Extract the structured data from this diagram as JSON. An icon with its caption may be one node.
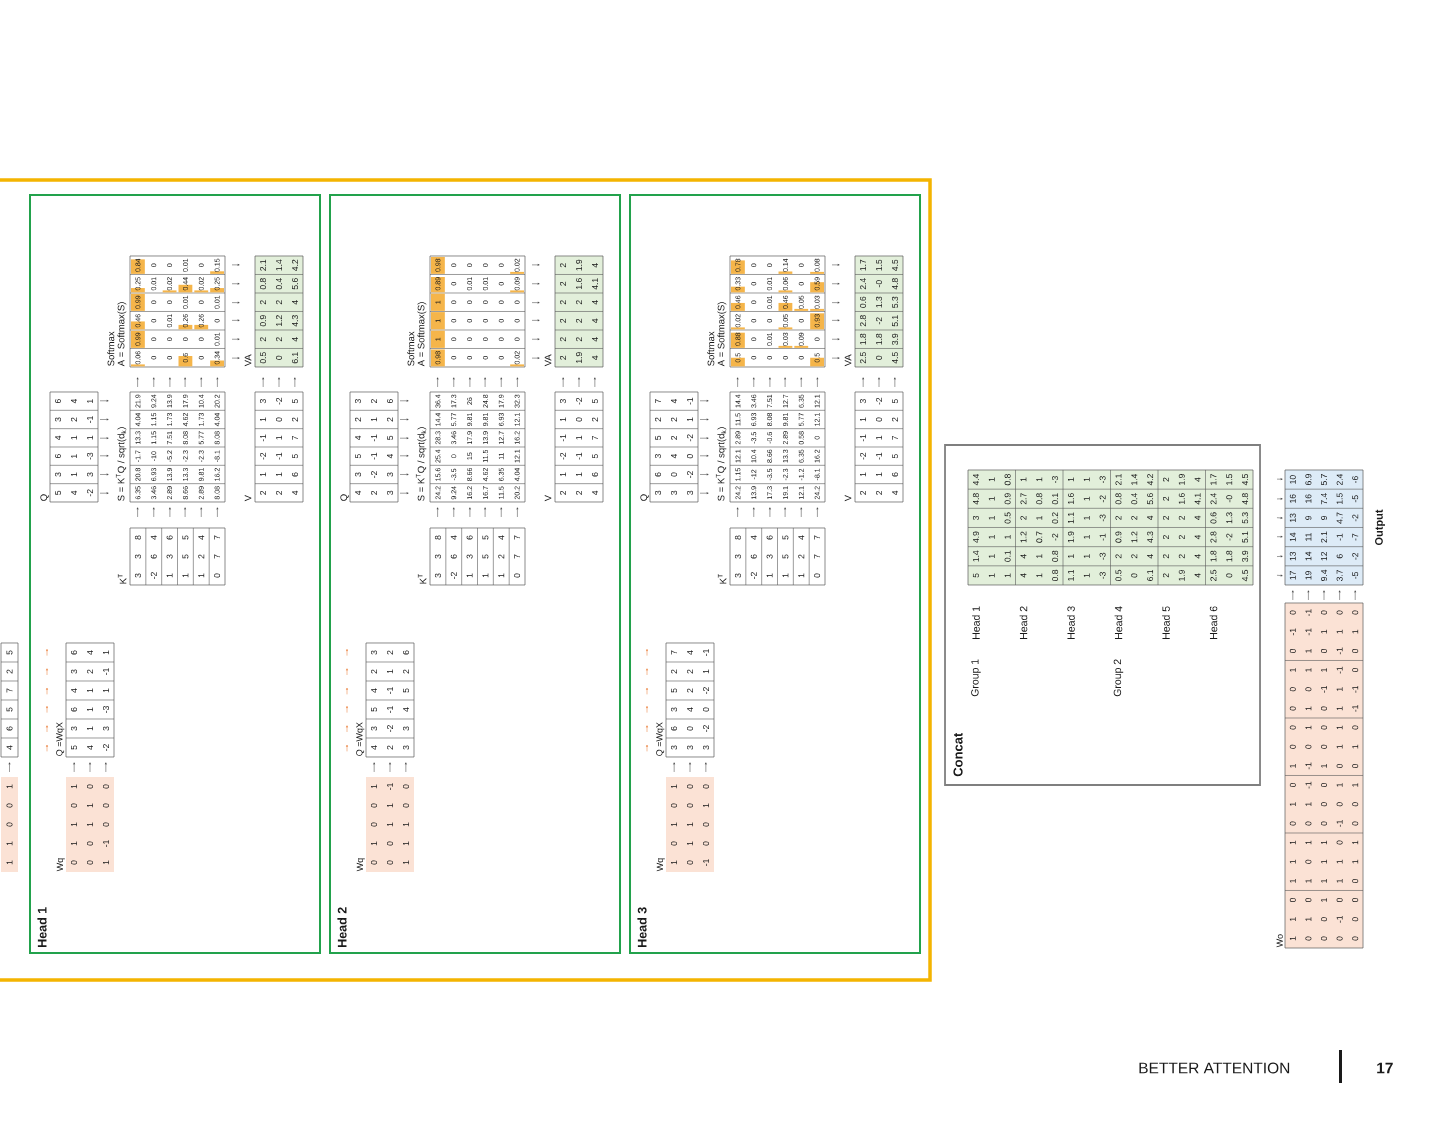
{
  "diagram": {
    "nodes": [
      {
        "text": [],
        "shape": "box"
      },
      {
        "text": [
          "1",
          "1",
          "0",
          "0",
          "1"
        ],
        "in": 0
      },
      {
        "text": [
          "4",
          "6",
          "5",
          "7",
          "2",
          "5"
        ],
        "in": 0
      },
      {
        "text": [
          "Head 1"
        ],
        "in": 0
      },
      {
        "text": [
          "Wq",
          "0",
          "1",
          "1",
          "0",
          "1",
          "0",
          "0",
          "1",
          "1",
          "0",
          "1",
          "-1",
          "0",
          "0",
          "0"
        ],
        "in": 3
      },
      {
        "text": [
          "Q =WqX",
          "5",
          "3",
          "6",
          "4",
          "3",
          "6",
          "4",
          "1",
          "1",
          "1",
          "2",
          "4",
          "-2",
          "3",
          "-3",
          "1",
          "-1",
          "1"
        ],
        "in": 3
      },
      {
        "text": [
          "Q",
          "5",
          "3",
          "6",
          "4",
          "3",
          "6",
          "4",
          "1",
          "1",
          "1",
          "2",
          "4",
          "-2",
          "3",
          "-3",
          "1",
          "-1",
          "1"
        ],
        "in": 3
      },
      {
        "text": [
          "K$^{T}$",
          "3",
          "3",
          "8",
          "-2",
          "6",
          "4",
          "1",
          "3",
          "6",
          "1",
          "5",
          "5",
          "1",
          "2",
          "4",
          "0",
          "7",
          "7"
        ],
        "in": 3
      },
      {
        "text": [
          "S = K$^{T}$Q / sqrt(d$_{k}$)",
          "6.35",
          "20.8",
          "-1.7",
          "13.3",
          "4.04",
          "21.9",
          "3.46",
          "6.93",
          "-10",
          "1.15",
          "1.15",
          "9.24",
          "2.89",
          "13.9",
          "-5.2",
          "7.51",
          "1.73",
          "13.9",
          "8.66",
          "13.3",
          "-2.3",
          "8.08",
          "4.62",
          "17.9",
          "2.89",
          "9.81",
          "-2.3",
          "5.77",
          "1.73",
          "10.4",
          "8.08",
          "16.2",
          "-8.1",
          "8.08",
          "4.04",
          "20.2"
        ],
        "in": 3
      },
      {
        "text": [
          "Softmax",
          "A = Softmax(S)",
          "0.06",
          "0.99",
          "0.46",
          "0.99",
          "0.25",
          "0.84",
          "0",
          "0",
          "0",
          "0",
          "0.01",
          "0",
          "0",
          "0",
          "0.01",
          "0",
          "0.02",
          "0",
          "0.6",
          "0",
          "0.26",
          "0.01",
          "0.44",
          "0.01",
          "0",
          "0",
          "0.26",
          "0",
          "0.02",
          "0",
          "0.34",
          "0.01",
          "0",
          "0.01",
          "0.25",
          "0.15"
        ],
        "in": 3
      },
      {
        "text": [
          "V",
          "2",
          "1",
          "-2",
          "-1",
          "1",
          "3",
          "2",
          "1",
          "-1",
          "1",
          "0",
          "-2",
          "4",
          "6",
          "5",
          "7",
          "2",
          "5"
        ],
        "in": 3
      },
      {
        "text": [
          "VA",
          "0.5",
          "2",
          "0.9",
          "2",
          "0.8",
          "2.1",
          "0",
          "2",
          "1.2",
          "2",
          "0.4",
          "1.4",
          "6.1",
          "4",
          "4.3",
          "4",
          "5.6",
          "4.2"
        ],
        "in": 3
      },
      {
        "text": [
          "Head 2"
        ],
        "in": 0
      },
      {
        "text": [
          "Wq",
          "0",
          "1",
          "0",
          "0",
          "1",
          "0",
          "0",
          "1",
          "1",
          "-1",
          "1",
          "1",
          "1",
          "0",
          "0"
        ],
        "in": 12
      },
      {
        "text": [
          "Q =WqX",
          "4",
          "3",
          "5",
          "4",
          "2",
          "3",
          "2",
          "-2",
          "-1",
          "-1",
          "1",
          "2",
          "3",
          "3",
          "4",
          "5",
          "2",
          "6"
        ],
        "in": 12
      },
      {
        "text": [
          "Q",
          "4",
          "3",
          "5",
          "4",
          "2",
          "3",
          "2",
          "-2",
          "-1",
          "-1",
          "1",
          "2",
          "3",
          "3",
          "4",
          "5",
          "2",
          "6"
        ],
        "in": 12
      },
      {
        "text": [
          "K$^{T}$",
          "3",
          "3",
          "8",
          "-2",
          "6",
          "4",
          "1",
          "3",
          "6",
          "1",
          "5",
          "5",
          "1",
          "2",
          "4",
          "0",
          "7",
          "7"
        ],
        "in": 12
      },
      {
        "text": [
          "S = K$^{T}$Q / sqrt(d$_{k}$)",
          "24.2",
          "15.6",
          "25.4",
          "28.3",
          "14.4",
          "36.4",
          "9.24",
          "-3.5",
          "0",
          "3.46",
          "5.77",
          "17.3",
          "16.2",
          "8.66",
          "15",
          "17.9",
          "9.81",
          "26",
          "16.7",
          "4.62",
          "11.5",
          "13.9",
          "9.81",
          "24.8",
          "11.5",
          "6.35",
          "11",
          "12.7",
          "6.93",
          "17.9",
          "20.2",
          "4.04",
          "12.1",
          "16.2",
          "12.1",
          "32.3"
        ],
        "in": 12
      },
      {
        "text": [
          "Softmax",
          "A = Softmax(S)",
          "0.98",
          "1",
          "1",
          "1",
          "0.89",
          "0.98",
          "0",
          "0",
          "0",
          "0",
          "0",
          "0",
          "0",
          "0",
          "0",
          "0",
          "0.01",
          "0",
          "0",
          "0",
          "0",
          "0",
          "0.01",
          "0",
          "0",
          "0",
          "0",
          "0",
          "0",
          "0",
          "0.02",
          "0",
          "0",
          "0",
          "0.09",
          "0.02"
        ],
        "in": 12
      },
      {
        "text": [
          "V",
          "2",
          "1",
          "-2",
          "-1",
          "1",
          "3",
          "2",
          "1",
          "-1",
          "1",
          "0",
          "-2",
          "4",
          "6",
          "5",
          "7",
          "2",
          "5"
        ],
        "in": 12
      },
      {
        "text": [
          "VA",
          "2",
          "2",
          "2",
          "2",
          "2",
          "2",
          "1.9",
          "2",
          "2",
          "2",
          "1.6",
          "1.9",
          "4",
          "4",
          "4",
          "4",
          "4.1",
          "4"
        ],
        "in": 12
      },
      {
        "text": [
          "Head 3"
        ],
        "in": 0
      },
      {
        "text": [
          "Wq",
          "1",
          "0",
          "1",
          "0",
          "1",
          "0",
          "1",
          "1",
          "0",
          "0",
          "-1",
          "0",
          "0",
          "1",
          "0"
        ],
        "in": 21
      },
      {
        "text": [
          "Q =WqX",
          "3",
          "6",
          "3",
          "5",
          "2",
          "7",
          "3",
          "0",
          "4",
          "2",
          "2",
          "4",
          "3",
          "-2",
          "0",
          "-2",
          "1",
          "-1"
        ],
        "in": 21
      },
      {
        "text": [
          "Q",
          "3",
          "6",
          "3",
          "5",
          "2",
          "7",
          "3",
          "0",
          "4",
          "2",
          "2",
          "4",
          "3",
          "-2",
          "0",
          "-2",
          "1",
          "-1"
        ],
        "in": 21
      },
      {
        "text": [
          "K$^{T}$",
          "3",
          "3",
          "8",
          "-2",
          "6",
          "4",
          "1",
          "3",
          "6",
          "1",
          "5",
          "5",
          "1",
          "2",
          "4",
          "0",
          "7",
          "7"
        ],
        "in": 21
      },
      {
        "text": [
          "S = K$^{T}$Q / sqrt(d$_{k}$)",
          "24.2",
          "1.15",
          "12.1",
          "2.89",
          "11.5",
          "14.4",
          "13.9",
          "-12",
          "10.4",
          "-3.5",
          "6.93",
          "3.46",
          "17.3",
          "-3.5",
          "8.66",
          "-0.6",
          "8.08",
          "7.51",
          "19.1",
          "-2.3",
          "13.3",
          "2.89",
          "9.81",
          "12.7",
          "12.1",
          "-1.2",
          "6.35",
          "0.58",
          "5.77",
          "6.35",
          "24.2",
          "-8.1",
          "16.2",
          "0",
          "12.1",
          "12.1"
        ],
        "in": 21
      },
      {
        "text": [
          "Softmax",
          "A = Softmax(S)",
          "0.5",
          "0.88",
          "0.02",
          "0.46",
          "0.33",
          "0.78",
          "0",
          "0",
          "0",
          "0",
          "0",
          "0",
          "0",
          "0.01",
          "0",
          "0.01",
          "0.01",
          "0",
          "0",
          "0.03",
          "0.05",
          "0.46",
          "0.06",
          "0.14",
          "0",
          "0.09",
          "0",
          "0.05",
          "0",
          "0",
          "0.5",
          "0",
          "0.93",
          "0.03",
          "0.59",
          "0.08"
        ],
        "in": 21
      },
      {
        "text": [
          "V",
          "2",
          "1",
          "-2",
          "-1",
          "1",
          "3",
          "2",
          "1",
          "-1",
          "1",
          "0",
          "-2",
          "4",
          "6",
          "5",
          "7",
          "2",
          "5"
        ],
        "in": 21
      },
      {
        "text": [
          "VA",
          "2.5",
          "1.8",
          "2.8",
          "0.6",
          "2.4",
          "1.7",
          "0",
          "1.8",
          "-2",
          "1.3",
          "-0",
          "1.5",
          "4.5",
          "3.9",
          "5.1",
          "5.3",
          "4.8",
          "4.5"
        ],
        "in": 21
      },
      {
        "text": [
          "Concat",
          "Group 1",
          "Head 1",
          "Head 2",
          "Head 3",
          "Group 2",
          "Head 4",
          "Head 5",
          "Head 6"
        ]
      },
      {
        "text": [
          "5",
          "1.4",
          "4.9",
          "3",
          "4.8",
          "4.4",
          "1",
          "1",
          "1",
          "1",
          "1",
          "1",
          "1",
          "0.1",
          "1",
          "0.5",
          "0.9",
          "0.8",
          "4",
          "4",
          "1.2",
          "2",
          "2.7",
          "1",
          "1",
          "1",
          "0.7",
          "1",
          "0.8",
          "1",
          "0.8",
          "0.8",
          "-2",
          "0.2",
          "0.1",
          "-3",
          "1.1",
          "1",
          "1.9",
          "1.1",
          "1.6",
          "1",
          "1",
          "1",
          "1",
          "1",
          "1",
          "1",
          "-3",
          "-3",
          "-1",
          "-3",
          "-2",
          "-3",
          "0.5",
          "2",
          "0.9",
          "2",
          "0.8",
          "2.1",
          "0",
          "2",
          "1.2",
          "2",
          "0.4",
          "1.4",
          "6.1",
          "4",
          "4.3",
          "4",
          "5.6",
          "4.2",
          "2",
          "2",
          "2",
          "2",
          "2",
          "2",
          "1.9",
          "2",
          "2",
          "2",
          "1.6",
          "1.9",
          "4",
          "4",
          "4",
          "4",
          "4.1",
          "4",
          "2.5",
          "1.8",
          "2.8",
          "0.6",
          "2.4",
          "1.7",
          "0",
          "1.8",
          "-2",
          "1.3",
          "-0",
          "1.5",
          "4.5",
          "3.9",
          "5.1",
          "5.3",
          "4.8",
          "4.5"
        ],
        "in": 30
      },
      {
        "text": [
          "Wo",
          "1",
          "1",
          "0",
          "1",
          "1",
          "1",
          "0",
          "1",
          "0",
          "1",
          "0",
          "0",
          "0",
          "0",
          "1",
          "0",
          "-1",
          "0",
          "0",
          "1",
          "0",
          "1",
          "0",
          "1",
          "0",
          "1",
          "-1",
          "-1",
          "0",
          "1",
          "1",
          "0",
          "1",
          "1",
          "-1",
          "-1",
          "0",
          "0",
          "1",
          "1",
          "1",
          "1",
          "0",
          "0",
          "0",
          "1",
          "0",
          "0",
          "0",
          "-1",
          "1",
          "0",
          "1",
          "0",
          "0",
          "-1",
          "0",
          "1",
          "1",
          "0",
          "-1",
          "0",
          "1",
          "0",
          "1",
          "1",
          "1",
          "1",
          "-1",
          "-1",
          "1",
          "0",
          "0",
          "0",
          "0",
          "0",
          "1",
          "1",
          "0",
          "0",
          "1",
          "0",
          "1",
          "0",
          "-1",
          "-1",
          "0",
          "0",
          "1",
          "0"
        ]
      },
      {
        "text": [
          "Output",
          "17",
          "13",
          "14",
          "13",
          "16",
          "10",
          "19",
          "14",
          "11",
          "9",
          "16",
          "6.9",
          "9.4",
          "12",
          "2.1",
          "9",
          "7.4",
          "5.7",
          "3.7",
          "6",
          "-1",
          "4.7",
          "1.5",
          "2.4",
          "-5",
          "-2",
          "-7",
          "-2",
          "-5",
          "-6"
        ]
      }
    ],
    "edges": [
      {
        "from": 1,
        "to": 2,
        "arrow": "to"
      },
      {
        "from": 4,
        "to": 5,
        "arrow": "to"
      },
      {
        "from": 4,
        "to": 5,
        "arrow": "to"
      },
      {
        "from": 4,
        "to": 5,
        "arrow": "to"
      },
      {
        "from": 6,
        "to": 8,
        "arrow": "to"
      },
      {
        "from": 6,
        "to": 8,
        "arrow": "to"
      },
      {
        "from": 6,
        "to": 8,
        "arrow": "to"
      },
      {
        "from": 6,
        "to": 8,
        "arrow": "to"
      },
      {
        "from": 6,
        "to": 8,
        "arrow": "to"
      },
      {
        "from": 6,
        "to": 8,
        "arrow": "to"
      },
      {
        "from": 7,
        "to": 8,
        "arrow": "to"
      },
      {
        "from": 7,
        "to": 8,
        "arrow": "to"
      },
      {
        "from": 7,
        "to": 8,
        "arrow": "to"
      },
      {
        "from": 7,
        "to": 8,
        "arrow": "to"
      },
      {
        "from": 7,
        "to": 8,
        "arrow": "to"
      },
      {
        "from": 7,
        "to": 8,
        "arrow": "to"
      },
      {
        "from": 8,
        "to": 9,
        "arrow": "to"
      },
      {
        "from": 8,
        "to": 9,
        "arrow": "to"
      },
      {
        "from": 8,
        "to": 9,
        "arrow": "to"
      },
      {
        "from": 8,
        "to": 9,
        "arrow": "to"
      },
      {
        "from": 8,
        "to": 9,
        "arrow": "to"
      },
      {
        "from": 8,
        "to": 9,
        "arrow": "to"
      },
      {
        "from": 9,
        "to": 11,
        "arrow": "to"
      },
      {
        "from": 9,
        "to": 11,
        "arrow": "to"
      },
      {
        "from": 9,
        "to": 11,
        "arrow": "to"
      },
      {
        "from": 9,
        "to": 11,
        "arrow": "to"
      },
      {
        "from": 9,
        "to": 11,
        "arrow": "to"
      },
      {
        "from": 9,
        "to": 11,
        "arrow": "to"
      },
      {
        "from": 10,
        "to": 11,
        "arrow": "to"
      },
      {
        "from": 10,
        "to": 11,
        "arrow": "to"
      },
      {
        "from": 10,
        "to": 11,
        "arrow": "to"
      },
      {
        "from": 13,
        "to": 14,
        "arrow": "to"
      },
      {
        "from": 13,
        "to": 14,
        "arrow": "to"
      },
      {
        "from": 13,
        "to": 14,
        "arrow": "to"
      },
      {
        "from": 15,
        "to": 17,
        "arrow": "to"
      },
      {
        "from": 15,
        "to": 17,
        "arrow": "to"
      },
      {
        "from": 15,
        "to": 17,
        "arrow": "to"
      },
      {
        "from": 15,
        "to": 17,
        "arrow": "to"
      },
      {
        "from": 15,
        "to": 17,
        "arrow": "to"
      },
      {
        "from": 15,
        "to": 17,
        "arrow": "to"
      },
      {
        "from": 16,
        "to": 17,
        "arrow": "to"
      },
      {
        "from": 16,
        "to": 17,
        "arrow": "to"
      },
      {
        "from": 16,
        "to": 17,
        "arrow": "to"
      },
      {
        "from": 16,
        "to": 17,
        "arrow": "to"
      },
      {
        "from": 16,
        "to": 17,
        "arrow": "to"
      },
      {
        "from": 16,
        "to": 17,
        "arrow": "to"
      },
      {
        "from": 17,
        "to": 18,
        "arrow": "to"
      },
      {
        "from": 17,
        "to": 18,
        "arrow": "to"
      },
      {
        "from": 17,
        "to": 18,
        "arrow": "to"
      },
      {
        "from": 17,
        "to": 18,
        "arrow": "to"
      },
      {
        "from": 17,
        "to": 18,
        "arrow": "to"
      },
      {
        "from": 17,
        "to": 18,
        "arrow": "to"
      },
      {
        "from": 18,
        "to": 20,
        "arrow": "to"
      },
      {
        "from": 18,
        "to": 20,
        "arrow": "to"
      },
      {
        "from": 18,
        "to": 20,
        "arrow": "to"
      },
      {
        "from": 18,
        "to": 20,
        "arrow": "to"
      },
      {
        "from": 18,
        "to": 20,
        "arrow": "to"
      },
      {
        "from": 18,
        "to": 20,
        "arrow": "to"
      },
      {
        "from": 19,
        "to": 20,
        "arrow": "to"
      },
      {
        "from": 19,
        "to": 20,
        "arrow": "to"
      },
      {
        "from": 19,
        "to": 20,
        "arrow": "to"
      },
      {
        "from": 22,
        "to": 23,
        "arrow": "to"
      },
      {
        "from": 22,
        "to": 23,
        "arrow": "to"
      },
      {
        "from": 22,
        "to": 23,
        "arrow": "to"
      },
      {
        "from": 24,
        "to": 26,
        "arrow": "to"
      },
      {
        "from": 24,
        "to": 26,
        "arrow": "to"
      },
      {
        "from": 24,
        "to": 26,
        "arrow": "to"
      },
      {
        "from": 24,
        "to": 26,
        "arrow": "to"
      },
      {
        "from": 24,
        "to": 26,
        "arrow": "to"
      },
      {
        "from": 24,
        "to": 26,
        "arrow": "to"
      },
      {
        "from": 25,
        "to": 26,
        "arrow": "to"
      },
      {
        "from": 25,
        "to": 26,
        "arrow": "to"
      },
      {
        "from": 25,
        "to": 26,
        "arrow": "to"
      },
      {
        "from": 25,
        "to": 26,
        "arrow": "to"
      },
      {
        "from": 25,
        "to": 26,
        "arrow": "to"
      },
      {
        "from": 25,
        "to": 26,
        "arrow": "to"
      },
      {
        "from": 26,
        "to": 27,
        "arrow": "to"
      },
      {
        "from": 26,
        "to": 27,
        "arrow": "to"
      },
      {
        "from": 26,
        "to": 27,
        "arrow": "to"
      },
      {
        "from": 26,
        "to": 27,
        "arrow": "to"
      },
      {
        "from": 26,
        "to": 27,
        "arrow": "to"
      },
      {
        "from": 26,
        "to": 27,
        "arrow": "to"
      },
      {
        "from": 27,
        "to": 29,
        "arrow": "to"
      },
      {
        "from": 27,
        "to": 29,
        "arrow": "to"
      },
      {
        "from": 27,
        "to": 29,
        "arrow": "to"
      },
      {
        "from": 27,
        "to": 29,
        "arrow": "to"
      },
      {
        "from": 27,
        "to": 29,
        "arrow": "to"
      },
      {
        "from": 27,
        "to": 29,
        "arrow": "to"
      },
      {
        "from": 28,
        "to": 29,
        "arrow": "to"
      },
      {
        "from": 28,
        "to": 29,
        "arrow": "to"
      },
      {
        "from": 28,
        "to": 29,
        "arrow": "to"
      },
      {
        "from": 30,
        "to": 33,
        "arrow": "to"
      },
      {
        "from": 30,
        "to": 33,
        "arrow": "to"
      },
      {
        "from": 30,
        "to": 33,
        "arrow": "to"
      },
      {
        "from": 30,
        "to": 33,
        "arrow": "to"
      },
      {
        "from": 30,
        "to": 33,
        "arrow": "to"
      },
      {
        "from": 30,
        "to": 33,
        "arrow": "to"
      },
      {
        "from": 32,
        "to": 33,
        "arrow": "to"
      },
      {
        "from": 32,
        "to": 33,
        "arrow": "to"
      },
      {
        "from": 32,
        "to": 33,
        "arrow": "to"
      },
      {
        "from": 32,
        "to": 33,
        "arrow": "to"
      },
      {
        "from": 32,
        "to": 33,
        "arrow": "to"
      },
      {
        "from": null,
        "to": 5,
        "arrow": "to",
        "color": "#e9762f"
      },
      {
        "from": null,
        "to": 5,
        "arrow": "to",
        "color": "#e9762f"
      },
      {
        "from": null,
        "to": 5,
        "arrow": "to",
        "color": "#e9762f"
      },
      {
        "from": null,
        "to": 5,
        "arrow": "to",
        "color": "#e9762f"
      },
      {
        "from": null,
        "to": 5,
        "arrow": "to",
        "color": "#e9762f"
      },
      {
        "from": null,
        "to": 5,
        "arrow": "to",
        "color": "#e9762f"
      },
      {
        "from": null,
        "to": 14,
        "arrow": "to",
        "color": "#e9762f"
      },
      {
        "from": null,
        "to": 14,
        "arrow": "to",
        "color": "#e9762f"
      },
      {
        "from": null,
        "to": 14,
        "arrow": "to",
        "color": "#e9762f"
      },
      {
        "from": null,
        "to": 14,
        "arrow": "to",
        "color": "#e9762f"
      },
      {
        "from": null,
        "to": 14,
        "arrow": "to",
        "color": "#e9762f"
      },
      {
        "from": null,
        "to": 14,
        "arrow": "to",
        "color": "#e9762f"
      },
      {
        "from": null,
        "to": 23,
        "arrow": "to",
        "color": "#e9762f"
      },
      {
        "from": null,
        "to": 23,
        "arrow": "to",
        "color": "#e9762f"
      },
      {
        "from": null,
        "to": 23,
        "arrow": "to",
        "color": "#e9762f"
      },
      {
        "from": null,
        "to": 23,
        "arrow": "to",
        "color": "#e9762f"
      },
      {
        "from": null,
        "to": 23,
        "arrow": "to",
        "color": "#e9762f"
      },
      {
        "from": null,
        "to": 23,
        "arrow": "to",
        "color": "#e9762f"
      }
    ],
    "labels": [
      "BETTER ATTENTION",
      "17"
    ]
  }
}
